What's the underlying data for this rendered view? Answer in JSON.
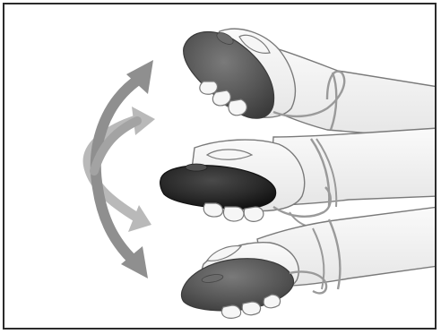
{
  "illustration": {
    "subject": "hand-remote-rotation",
    "poses": [
      "tilted-up",
      "level",
      "tilted-down"
    ],
    "colors": {
      "frame": "#2b2b2b",
      "background": "#ffffff",
      "hand_fill": "#f4f4f4",
      "hand_outline": "#7a7a7a",
      "remote_dark": "#2e2e2e",
      "remote_mid": "#5a5a5a",
      "arrow_dark": "#8e8e8e",
      "arrow_light": "#b6b6b6",
      "strap": "#9a9a9a"
    }
  }
}
